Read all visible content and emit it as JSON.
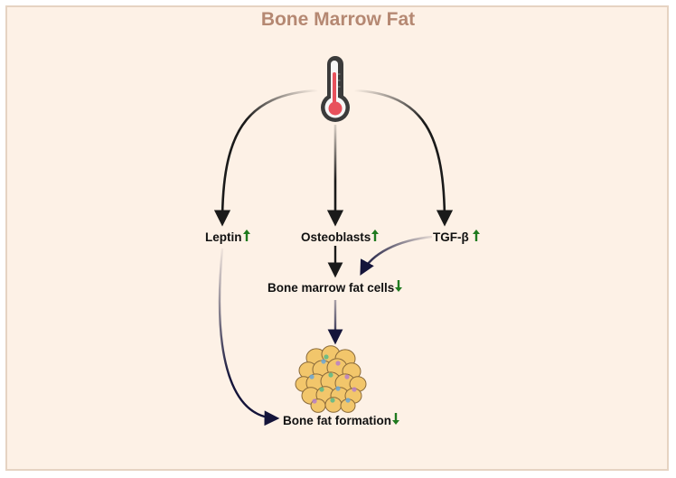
{
  "title": "Bone Marrow Fat",
  "nodes": {
    "leptin": {
      "label": "Leptin",
      "trend": "up"
    },
    "osteoblasts": {
      "label": "Osteoblasts",
      "trend": "up"
    },
    "tgf_beta": {
      "label": "TGF-β",
      "trend": "up"
    },
    "bone_marrow_fat_cells": {
      "label": "Bone marrow fat cells",
      "trend": "down"
    },
    "bone_fat_formation": {
      "label": "Bone fat formation",
      "trend": "down"
    }
  },
  "icons": {
    "thermometer": "thermometer-icon",
    "fat_cells": "adipocyte-cluster-icon"
  },
  "colors": {
    "title": "#b58872",
    "background": "#fdf1e6",
    "border": "#e6d3c2",
    "up_arrow": "#1f7a1f",
    "down_arrow": "#1f7a1f",
    "thermometer_fill": "#e8515c",
    "fat_cell": "#f2c66b"
  }
}
